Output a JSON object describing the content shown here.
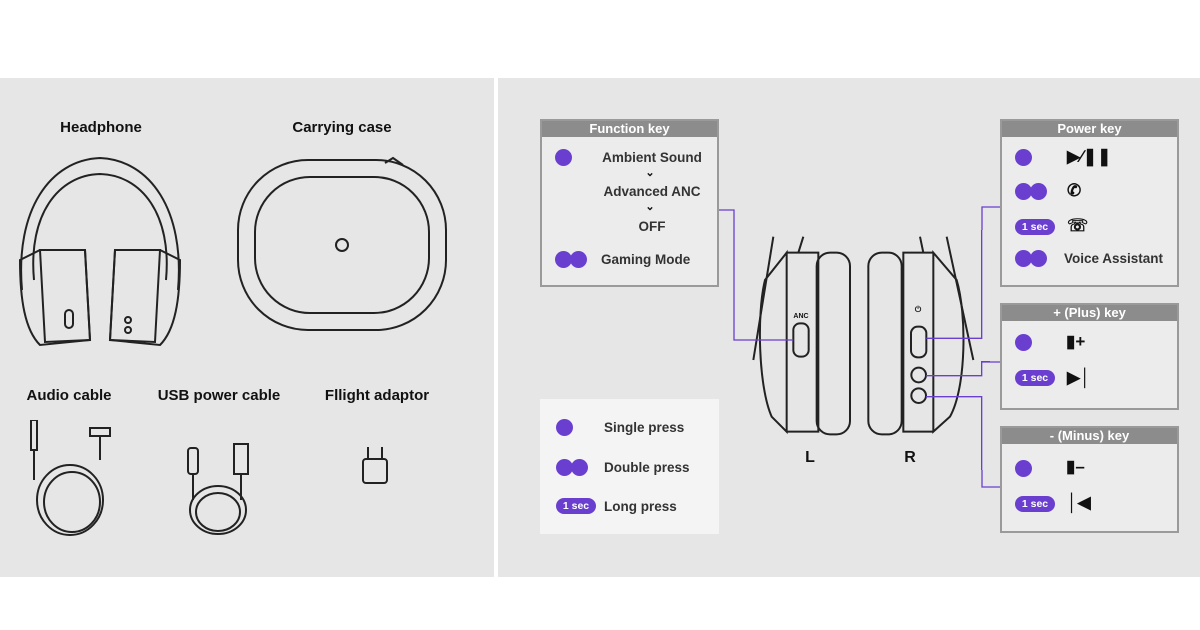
{
  "contents": {
    "headphone": "Headphone",
    "case": "Carrying case",
    "audio_cable": "Audio cable",
    "usb_cable": "USB power cable",
    "flight_adaptor": "Fllight adaptor"
  },
  "function_key": {
    "title": "Function key",
    "modes": [
      "Ambient Sound",
      "Advanced ANC",
      "OFF"
    ],
    "double": "Gaming Mode"
  },
  "power_key": {
    "title": "Power key",
    "voice": "Voice Assistant",
    "long": "1 sec"
  },
  "plus_key": {
    "title": "+ (Plus) key",
    "long": "1 sec"
  },
  "minus_key": {
    "title": "- (Minus) key",
    "long": "1 sec"
  },
  "legend": {
    "single": "Single press",
    "double": "Double press",
    "long_badge": "1 sec",
    "long": "Long press"
  },
  "diagram": {
    "anc_label": "ANC",
    "left": "L",
    "right": "R"
  },
  "colors": {
    "accent": "#6a3fd0",
    "header": "#8c8c8c",
    "panel": "#e6e6e6"
  }
}
